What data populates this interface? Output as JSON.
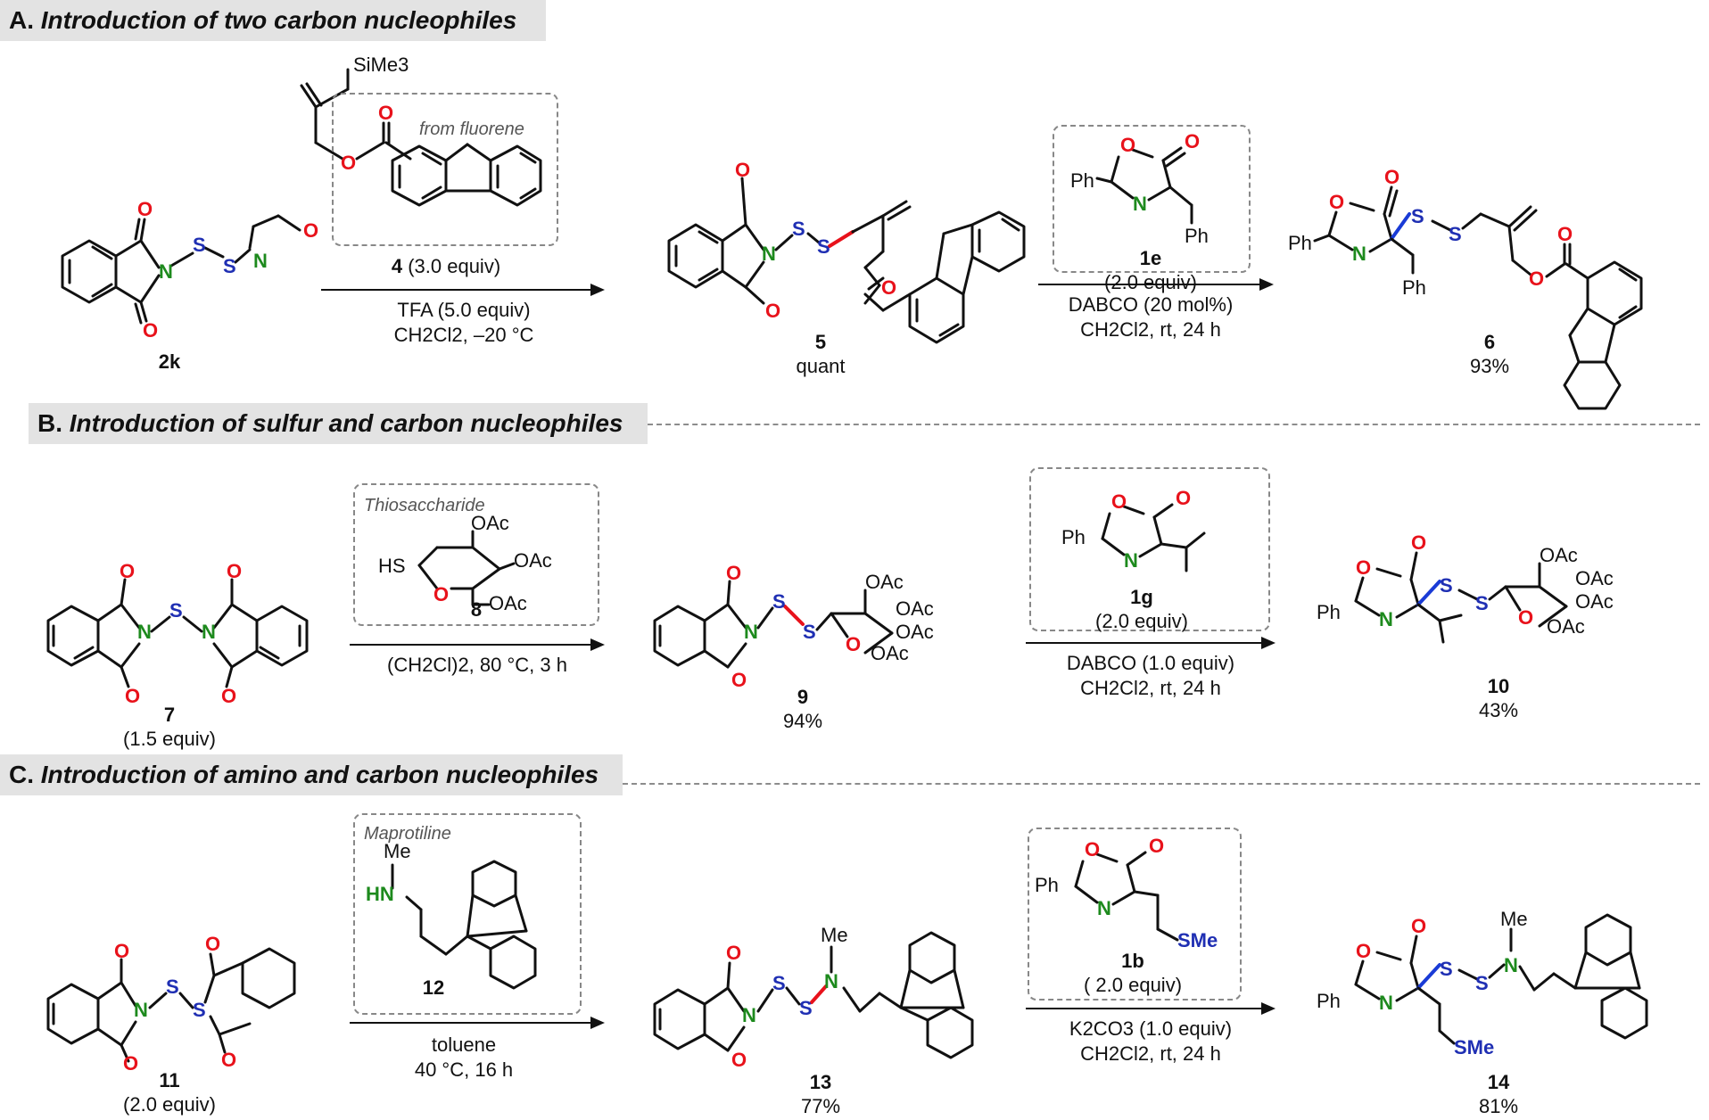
{
  "sections": {
    "a": {
      "letter": "A.",
      "title": "Introduction of two carbon nucleophiles"
    },
    "b": {
      "letter": "B.",
      "title": "Introduction of sulfur and carbon nucleophiles"
    },
    "c": {
      "letter": "C.",
      "title": "Introduction of amino and carbon nucleophiles"
    }
  },
  "atoms": {
    "O": "O",
    "N": "N",
    "S": "S",
    "Ph": "Ph",
    "H": "H",
    "Me": "Me",
    "SMe": "SMe",
    "OAc": "OAc",
    "SiMe3": "SiMe3",
    "HS": "HS",
    "HN": "HN"
  },
  "labels": {
    "from_fluorene": "from fluorene",
    "thiosaccharide": "Thiosaccharide",
    "maprotiline": "Maprotiline"
  },
  "row_a": {
    "start": {
      "id": "2k"
    },
    "reagent": {
      "id": "4",
      "amount": "(3.0 equiv)"
    },
    "cond1": "TFA (5.0 equiv)",
    "cond1b": "CH2Cl2, –20 °C",
    "mid": {
      "id": "5",
      "yield": "quant"
    },
    "reagent2": {
      "id": "1e",
      "amount": "(2.0 equiv)"
    },
    "cond2": "DABCO (20 mol%)",
    "cond2b": "CH2Cl2, rt, 24 h",
    "product": {
      "id": "6",
      "yield": "93%"
    }
  },
  "row_b": {
    "start": {
      "id": "7",
      "amount": "(1.5 equiv)"
    },
    "reagent": {
      "id": "8"
    },
    "cond1": "(CH2Cl)2, 80 °C, 3 h",
    "mid": {
      "id": "9",
      "yield": "94%"
    },
    "reagent2": {
      "id": "1g",
      "amount": "(2.0 equiv)"
    },
    "cond2": "DABCO (1.0 equiv)",
    "cond2b": "CH2Cl2, rt, 24 h",
    "product": {
      "id": "10",
      "yield": "43%"
    }
  },
  "row_c": {
    "start": {
      "id": "11",
      "amount": "(2.0 equiv)"
    },
    "reagent": {
      "id": "12"
    },
    "cond1": "toluene",
    "cond1b": "40 °C, 16 h",
    "mid": {
      "id": "13",
      "yield": "77%"
    },
    "reagent2": {
      "id": "1b",
      "amount": "( 2.0 equiv)"
    },
    "cond2": "K2CO3 (1.0 equiv)",
    "cond2b": "CH2Cl2, rt, 24 h",
    "product": {
      "id": "14",
      "yield": "81%"
    }
  }
}
